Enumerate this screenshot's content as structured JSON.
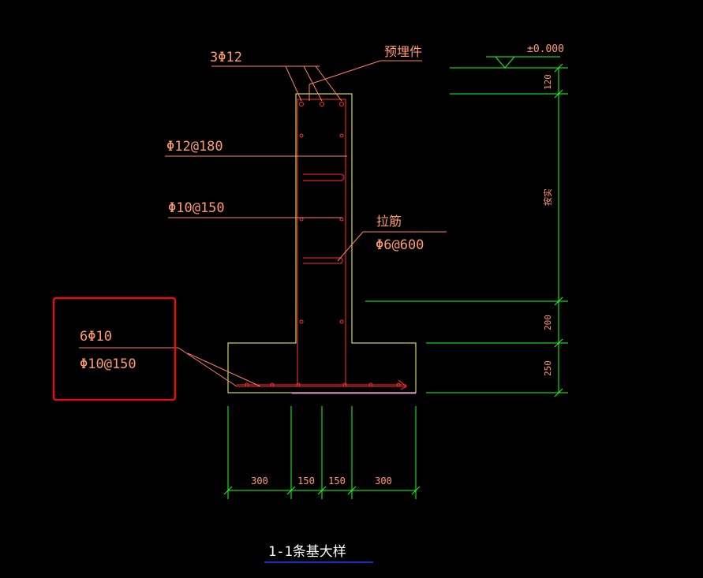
{
  "drawing": {
    "title": "1-1条基大样",
    "labels": {
      "top_rebar": "3Φ12",
      "embedded_part": "预埋件",
      "vertical_rebar": "Φ12@180",
      "horizontal_rebar": "Φ10@150",
      "tie_bar_name": "拉筋",
      "tie_bar_spec": "Φ6@600",
      "bottom_rebar_long": "6Φ10",
      "bottom_rebar_trans": "Φ10@150"
    },
    "elevation": {
      "datum": "±0.000",
      "segments": [
        "120",
        "按实",
        "200",
        "250"
      ]
    },
    "widths": [
      "300",
      "150",
      "150",
      "300"
    ]
  },
  "colors": {
    "background": "#000000",
    "outline": "#ffff80",
    "rebar": "#ff3030",
    "leader": "#ff8060",
    "dimension": "#20ff20",
    "text": "#ff9a70",
    "highlight": "#e01010",
    "title_underline": "#2040ff"
  }
}
